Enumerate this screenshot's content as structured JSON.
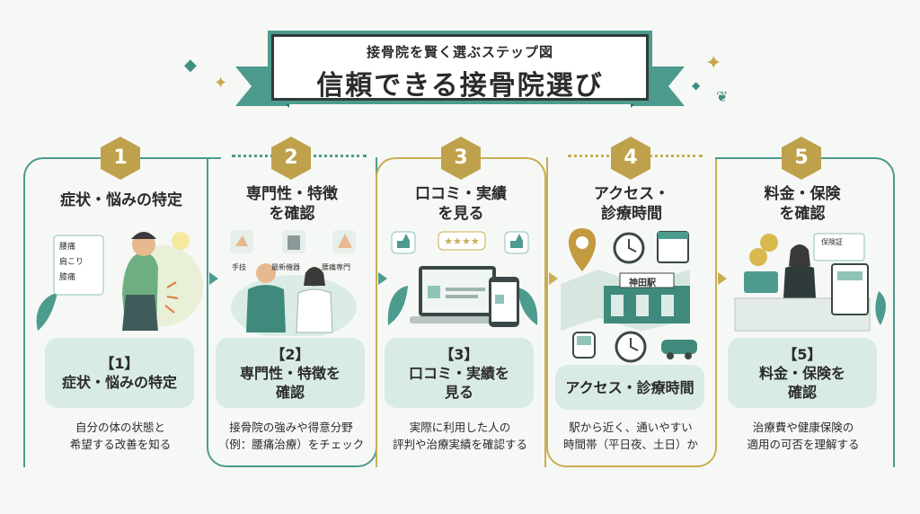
{
  "header": {
    "subtitle": "接骨院を賢く選ぶステップ図",
    "title": "信頼できる接骨院選び"
  },
  "steps": [
    {
      "number": "1",
      "title": "症状・悩みの特定",
      "card": "【1】\n症状・悩みの特定",
      "card_line1": "【1】",
      "card_line2": "症状・悩みの特定",
      "desc_line1": "自分の体の状態と",
      "desc_line2": "希望する改善を知る",
      "icons": [
        "腰痛",
        "肩こり",
        "膝痛"
      ]
    },
    {
      "number": "2",
      "title_line1": "専門性・特徴",
      "title_line2": "を確認",
      "card_line1": "【2】",
      "card_line2": "専門性・特徴を",
      "card_line3": "確認",
      "desc_line1": "接骨院の強みや得意分野",
      "desc_line2": "（例：腰痛治療）をチェック",
      "icons": [
        "手技",
        "最新機器",
        "腰痛専門"
      ]
    },
    {
      "number": "3",
      "title_line1": "口コミ・実績",
      "title_line2": "を見る",
      "card_line1": "【3】",
      "card_line2": "口コミ・実績を",
      "card_line3": "見る",
      "desc_line1": "実際に利用した人の",
      "desc_line2": "評判や治療実績を確認する"
    },
    {
      "number": "4",
      "title_line1": "アクセス・",
      "title_line2": "診療時間",
      "card_line1": "アクセス・診療時間",
      "desc_line1": "駅から近く、通いやすい",
      "desc_line2": "時間帯（平日夜、土日）か",
      "station_sign": "神田駅"
    },
    {
      "number": "5",
      "title_line1": "料金・保険",
      "title_line2": "を確認",
      "card_line1": "【5】",
      "card_line2": "料金・保険を",
      "card_line3": "確認",
      "desc_line1": "治療費や健康保険の",
      "desc_line2": "適用の可否を理解する",
      "insurance_label": "保険証"
    }
  ],
  "colors": {
    "teal": "#4c9b8e",
    "gold": "#c9ad55",
    "card_bg": "#d9ebe5",
    "background": "#f6f8f5"
  }
}
